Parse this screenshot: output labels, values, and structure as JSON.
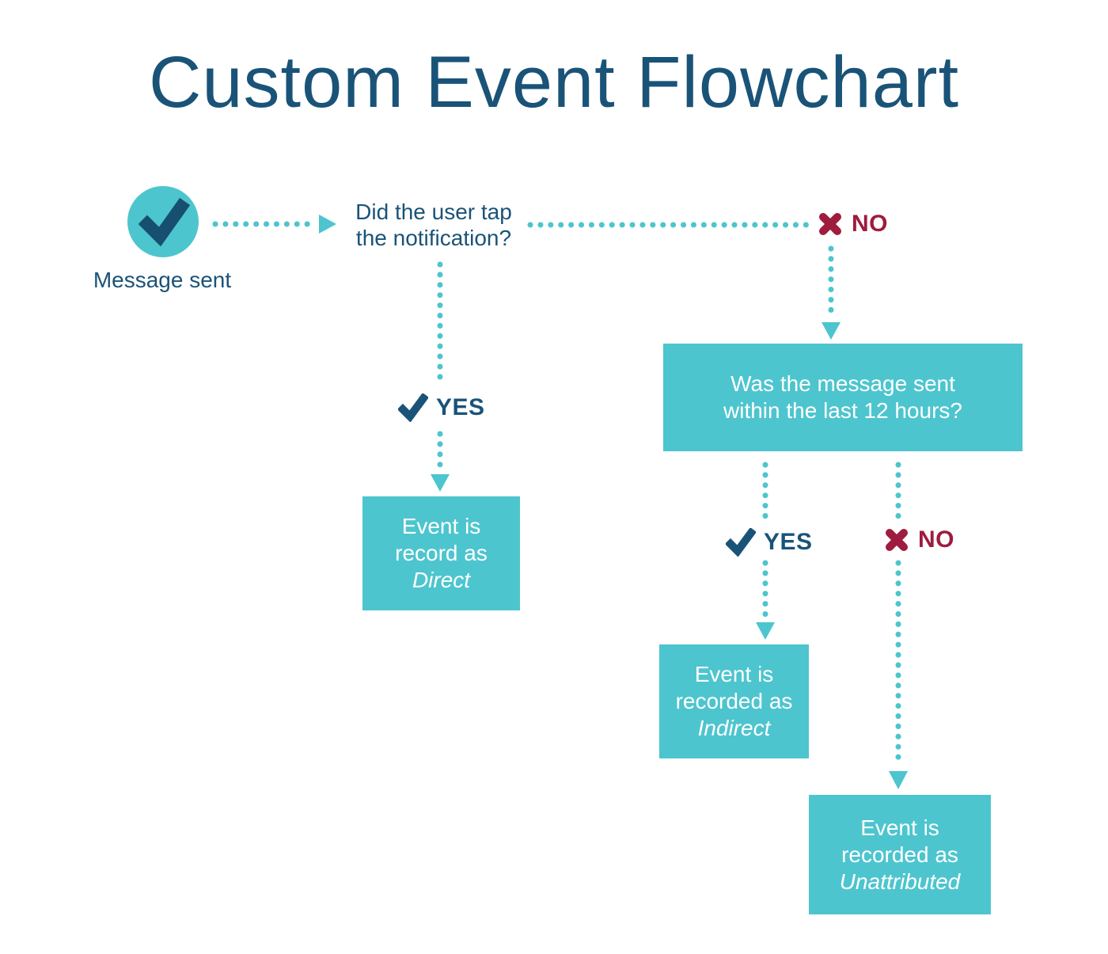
{
  "title": "Custom Event Flowchart",
  "colors": {
    "teal": "#4DC5CE",
    "dark_blue": "#1A5378",
    "dark_red": "#9E1C3E",
    "box_text": "#FFFFFF",
    "background": "#FFFFFF"
  },
  "icons": {
    "start": "checkmark-circle-icon",
    "yes": "checkmark-icon",
    "no": "cross-icon",
    "arrow": "triangle-arrowhead-icon"
  },
  "start": {
    "label": "Message sent"
  },
  "questions": {
    "q1": {
      "line1": "Did the user tap",
      "line2": "the notification?"
    },
    "q2": {
      "line1": "Was the message sent",
      "line2": "within the last 12 hours?"
    }
  },
  "decision_labels": {
    "yes": "YES",
    "no": "NO"
  },
  "outcomes": {
    "direct": {
      "line1": "Event is",
      "line2": "record as",
      "emphasis": "Direct"
    },
    "indirect": {
      "line1": "Event is",
      "line2": "recorded as",
      "emphasis": "Indirect"
    },
    "unattributed": {
      "line1": "Event is",
      "line2": "recorded as",
      "emphasis": "Unattributed"
    }
  }
}
